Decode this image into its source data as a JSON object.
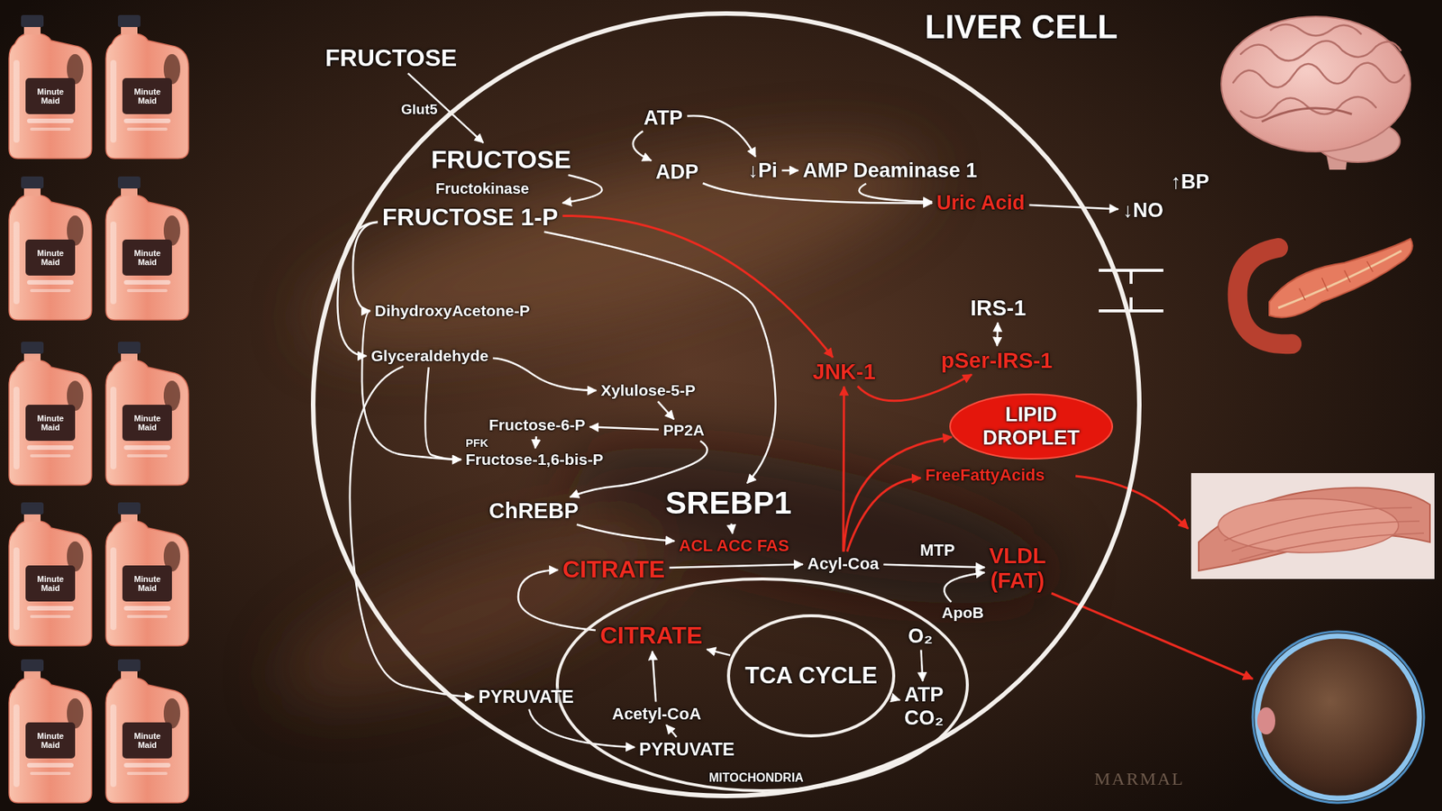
{
  "diagram": {
    "nodes": [
      {
        "text": [
          "LIVER CELL"
        ]
      },
      {
        "text": [
          "MITOCHONDRIA"
        ],
        "in": 0
      },
      {
        "text": [
          "TCA CYCLE"
        ],
        "in": 1
      },
      {
        "text": [
          "LIPID DROPLET"
        ],
        "in": 0
      },
      {
        "text": [
          "FRUCTOSE"
        ]
      },
      {
        "text": [
          "FRUCTOSE"
        ],
        "in": 0
      },
      {
        "text": [
          "FRUCTOSE 1-P"
        ],
        "in": 0
      },
      {
        "text": [
          "ATP"
        ],
        "in": 0
      },
      {
        "text": [
          "ADP"
        ],
        "in": 0
      },
      {
        "text": [
          "↓Pi"
        ],
        "in": 0
      },
      {
        "text": [
          "AMP Deaminase 1"
        ],
        "in": 0
      },
      {
        "text": [
          "Uric Acid"
        ],
        "in": 0
      },
      {
        "text": [
          "↓NO"
        ]
      },
      {
        "text": [
          "↑BP"
        ]
      },
      {
        "text": [
          "IRS-1"
        ],
        "in": 0
      },
      {
        "text": [
          "pSer-IRS-1"
        ],
        "in": 0
      },
      {
        "text": [
          "JNK-1"
        ],
        "in": 0
      },
      {
        "text": [
          "DihydroxyAcetone-P"
        ],
        "in": 0
      },
      {
        "text": [
          "Glyceraldehyde"
        ],
        "in": 0
      },
      {
        "text": [
          "Xylulose-5-P"
        ],
        "in": 0
      },
      {
        "text": [
          "PP2A"
        ],
        "in": 0
      },
      {
        "text": [
          "Fructose-6-P"
        ],
        "in": 0
      },
      {
        "text": [
          "Fructose-1,6-bis-P"
        ],
        "in": 0
      },
      {
        "text": [
          "ChREBP"
        ],
        "in": 0
      },
      {
        "text": [
          "SREBP1"
        ],
        "in": 0
      },
      {
        "text": [
          "ACL ACC FAS"
        ],
        "in": 0
      },
      {
        "text": [
          "CITRATE"
        ],
        "in": 0
      },
      {
        "text": [
          "Acyl-Coa"
        ],
        "in": 0
      },
      {
        "text": [
          "VLDL (FAT)"
        ],
        "in": 0
      },
      {
        "text": [
          "ApoB"
        ],
        "in": 0
      },
      {
        "text": [
          "FreeFattyAcids"
        ],
        "in": 0
      },
      {
        "text": [
          "CITRATE"
        ],
        "in": 1
      },
      {
        "text": [
          "O₂"
        ],
        "in": 1
      },
      {
        "text": [
          "ATP CO₂"
        ],
        "in": 1
      },
      {
        "text": [
          "PYRUVATE"
        ],
        "in": 0
      },
      {
        "text": [
          "Acetyl-CoA"
        ],
        "in": 1
      },
      {
        "text": [
          "PYRUVATE"
        ],
        "in": 1
      }
    ],
    "edges": [
      {
        "from": 4,
        "to": 5,
        "arrow": "to",
        "label": "Glut5"
      },
      {
        "from": 5,
        "to": 6,
        "arrow": "to",
        "label": "Fructokinase"
      },
      {
        "from": 7,
        "to": 8,
        "arrow": "to"
      },
      {
        "from": 7,
        "to": 9,
        "arrow": "to"
      },
      {
        "from": 9,
        "to": 10,
        "arrow": "to"
      },
      {
        "from": 8,
        "to": 11,
        "arrow": "to"
      },
      {
        "from": 10,
        "to": 11,
        "arrow": "to"
      },
      {
        "from": 11,
        "to": 12,
        "arrow": "to"
      },
      {
        "from": 6,
        "to": 16,
        "arrow": "to"
      },
      {
        "from": 16,
        "to": 15,
        "arrow": "to"
      },
      {
        "from": 14,
        "to": 15,
        "arrow": "both"
      },
      {
        "from": 6,
        "to": 17,
        "arrow": "to"
      },
      {
        "from": 6,
        "to": 18,
        "arrow": "to"
      },
      {
        "from": 17,
        "to": 22,
        "arrow": "to"
      },
      {
        "from": 18,
        "to": 22,
        "arrow": "to"
      },
      {
        "from": 18,
        "to": 19,
        "arrow": "to"
      },
      {
        "from": 19,
        "to": 20,
        "arrow": "to"
      },
      {
        "from": 20,
        "to": 21,
        "arrow": "to"
      },
      {
        "from": 21,
        "to": 22,
        "arrow": "to",
        "label": "PFK"
      },
      {
        "from": 20,
        "to": 23,
        "arrow": "to"
      },
      {
        "from": 6,
        "to": 24,
        "arrow": "to"
      },
      {
        "from": 23,
        "to": 25,
        "arrow": "to"
      },
      {
        "from": 24,
        "to": 25,
        "arrow": "to"
      },
      {
        "from": 26,
        "to": 27,
        "arrow": "to"
      },
      {
        "from": 27,
        "to": 28,
        "arrow": "to",
        "label": "MTP"
      },
      {
        "from": 29,
        "to": 28,
        "arrow": "to"
      },
      {
        "from": 27,
        "to": 16,
        "arrow": "to"
      },
      {
        "from": 27,
        "to": 3,
        "arrow": "to"
      },
      {
        "from": 27,
        "to": 30,
        "arrow": "to"
      },
      {
        "from": 31,
        "to": 26,
        "arrow": "to"
      },
      {
        "from": 2,
        "to": 31,
        "arrow": "to"
      },
      {
        "from": 32,
        "to": 33,
        "arrow": "to"
      },
      {
        "from": 2,
        "to": 33,
        "arrow": "to"
      },
      {
        "from": 18,
        "to": 34,
        "arrow": "to"
      },
      {
        "from": 34,
        "to": 36,
        "arrow": "to"
      },
      {
        "from": 36,
        "to": 35,
        "arrow": "to"
      },
      {
        "from": 35,
        "to": 31,
        "arrow": "to"
      }
    ],
    "labels": [
      "Minute Maid",
      "Minute Maid",
      "Minute Maid",
      "Minute Maid",
      "Minute Maid",
      "Minute Maid",
      "Minute Maid",
      "Minute Maid",
      "Minute Maid",
      "Minute Maid",
      "MARMAL"
    ]
  }
}
